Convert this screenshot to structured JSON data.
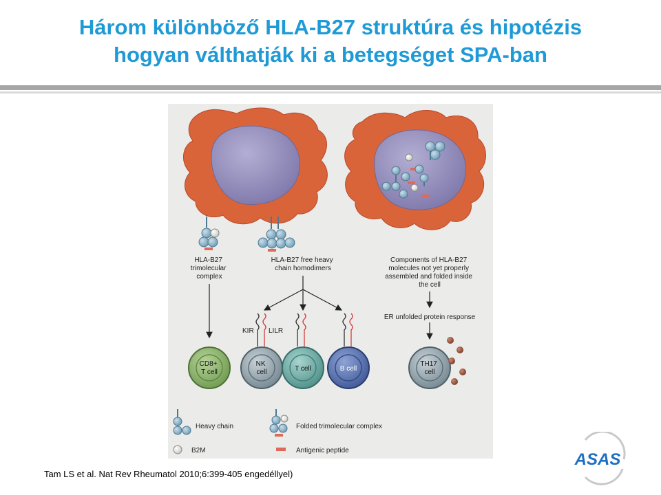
{
  "slide": {
    "title_line1": "Három különböző HLA-B27 struktúra és hipotézis",
    "title_line2": "hogyan válthatják ki a betegséget SPA-ban",
    "citation": "Tam LS et al. Nat Rev Rheumatol 2010;6:399-405 engedéllyel)"
  },
  "diagram": {
    "label_trimolecular": [
      "HLA-B27",
      "trimolecular",
      "complex"
    ],
    "label_homodimers": [
      "HLA-B27 free heavy",
      "chain homodimers"
    ],
    "label_components": [
      "Components of HLA-B27",
      "molecules not yet properly",
      "assembled and folded inside",
      "the cell"
    ],
    "label_er": "ER unfolded protein response",
    "kir": "KIR",
    "lilr": "LILR",
    "cell_cd8": [
      "CD8+",
      "T cell"
    ],
    "cell_nk": [
      "NK",
      "cell"
    ],
    "cell_t": "T cell",
    "cell_b": "B cell",
    "cell_th17": [
      "TH17",
      "cell"
    ],
    "legend_heavy": "Heavy chain",
    "legend_b2m": "B2M",
    "legend_folded": "Folded trimolecular complex",
    "legend_peptide": "Antigenic peptide"
  },
  "logo": {
    "text": "ASAS"
  },
  "colors": {
    "title": "#1e9ad6",
    "cell_body": "#d9643a",
    "nucleus": "#8d86b6",
    "molecule": "#89b2c8"
  }
}
